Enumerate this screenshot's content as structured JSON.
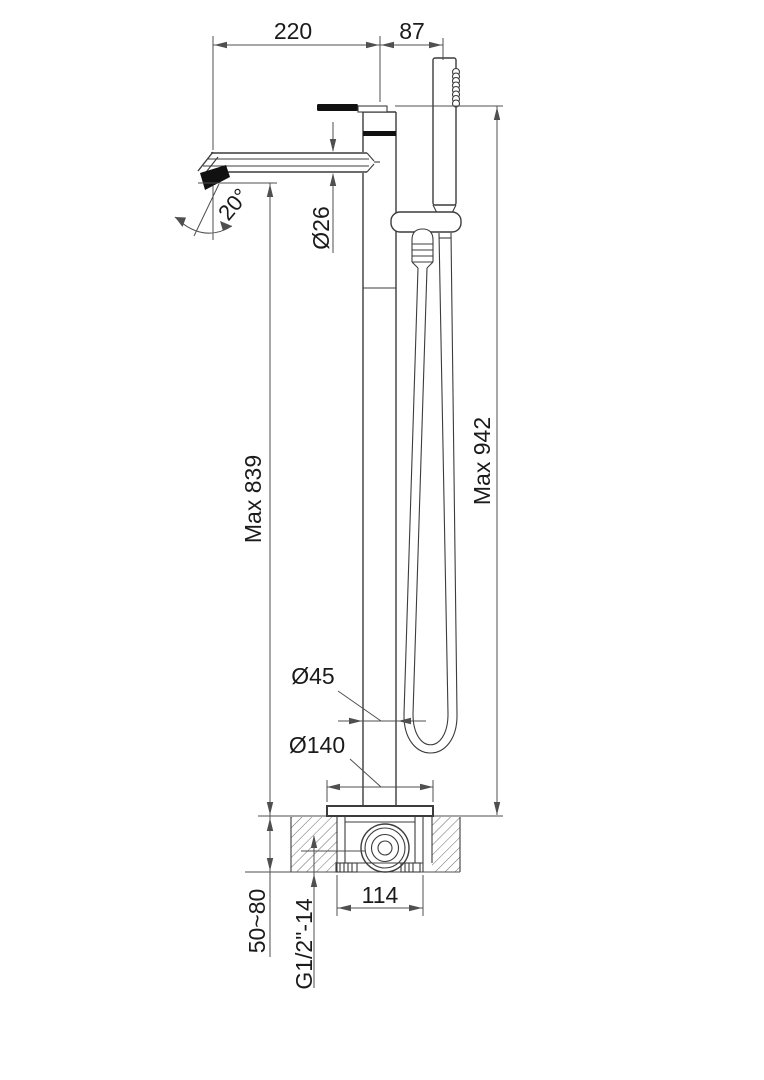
{
  "drawing": {
    "title_labels": {
      "spout_reach": "220",
      "handshower_offset": "87",
      "spout_angle": "20°",
      "spout_tube_diameter": "Ø26",
      "max_spout_height": "Max 839",
      "max_overall_height": "Max 942",
      "riser_diameter": "Ø45",
      "base_plate_diameter": "Ø140",
      "mounting_box_width": "114",
      "floor_thickness_range": "50~80",
      "inlet_thread_spec": "G1/2\"-14"
    },
    "colors": {
      "line": "#3c3c3c",
      "dim_line": "#4f4f4f",
      "text": "#1b1b1b",
      "solid_black": "#111111",
      "background": "#ffffff",
      "hatch": "#6a6a6a"
    }
  }
}
